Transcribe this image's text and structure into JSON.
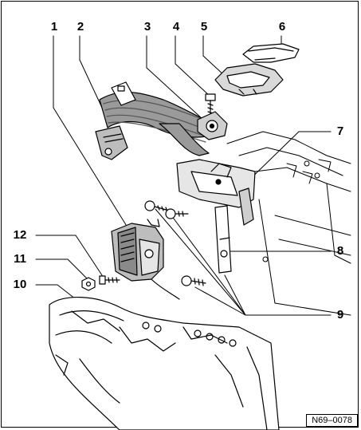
{
  "callouts": [
    "1",
    "2",
    "3",
    "4",
    "5",
    "6",
    "7",
    "8",
    "9",
    "10",
    "11",
    "12"
  ],
  "reference_code": "N69–0078",
  "colors": {
    "line": "#000000",
    "webbing": "#8a8a8a",
    "shade": "#bdbdbd",
    "paper": "#ffffff"
  }
}
